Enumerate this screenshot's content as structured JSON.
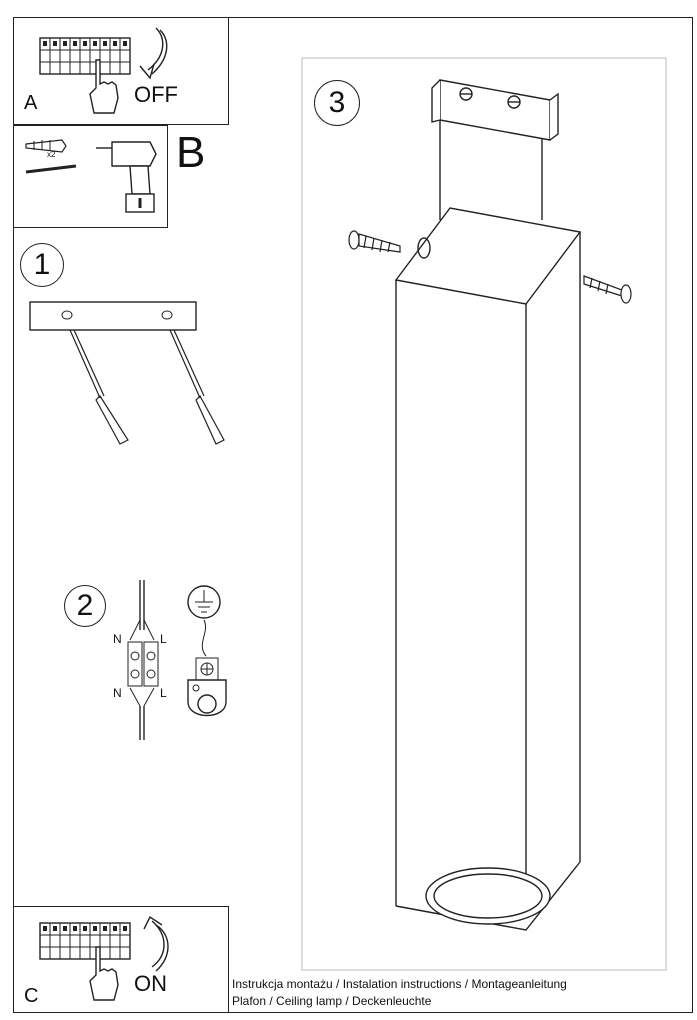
{
  "panels": {
    "a": {
      "letter": "A",
      "action": "OFF"
    },
    "b": {
      "letter": "B",
      "plug_count": "x2"
    },
    "c": {
      "letter": "C",
      "action": "ON"
    }
  },
  "steps": {
    "one": "1",
    "two": "2",
    "three": "3"
  },
  "terminal": {
    "n_top": "N",
    "l_top": "L",
    "n_bottom": "N",
    "l_bottom": "L"
  },
  "captions": {
    "line1": "Instrukcja montażu / Instalation instructions / Montageanleitung",
    "line2": "Plafon / Ceiling lamp / Deckenleuchte"
  }
}
